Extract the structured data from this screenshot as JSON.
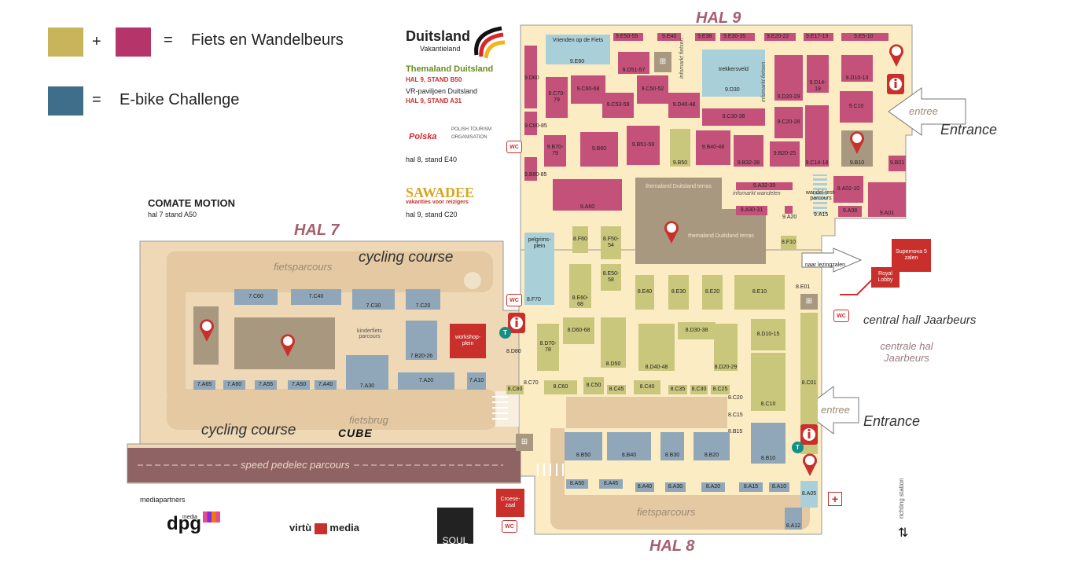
{
  "legend": {
    "fiets_label": "Fiets en Wandelbeurs",
    "ebike_label": "E-bike Challenge",
    "plus": "+",
    "equals": "=",
    "colors": {
      "gold": "#c8b45a",
      "magenta": "#b5356a",
      "steel": "#3f6e8a"
    }
  },
  "halls": {
    "hal9": "HAL 9",
    "hal7": "HAL 7",
    "hal8": "HAL 8"
  },
  "sponsors": {
    "duitsland_title": "Duitsland",
    "duitsland_sub": "Vakantieland",
    "themaland": "Themaland Duitsland",
    "themaland_stand": "HAL 9, STAND B50",
    "vr_paviljoen": "VR-paviljoen Duitsland",
    "vr_stand": "HAL 9, STAND A31",
    "polska_text": "POLISH TOURISM ORGANISATION",
    "polska_logo": "Polska",
    "polska_stand": "hal 8, stand E40",
    "sawadee": "SAWADEE",
    "sawadee_sub": "vakanties voor reizigers",
    "sawadee_stand": "hal 9, stand C20",
    "comate": "COMATE MOTION",
    "comate_stand": "hal 7 stand A50",
    "mediapartners": "mediapartners",
    "dpg": "dpg",
    "dpg_media": "media",
    "virtu": "virtù",
    "virtu_media": "media",
    "soul": "SOUL",
    "cube": "CUBE"
  },
  "labels": {
    "entree_top": "entree",
    "entrance_top": "Entrance",
    "entree_bottom": "entree",
    "entrance_bottom": "Entrance",
    "central_hall": "central hall Jaarbeurs",
    "centrale_hal": "centrale hal Jaarbeurs",
    "naar_lezingzalen": "naar lezingzalen",
    "supernova": "Supernova 5 zalen",
    "royal_lobby": "Royal Lobby",
    "richting_station": "richting station",
    "fietsparcours_top": "fietsparcours",
    "cycling_course_top": "cycling course",
    "cycling_course_bottom": "cycling course",
    "fietsbrug": "fietsbrug",
    "speed_pedelec": "speed pedelec parcours",
    "fietsparcours_bottom": "fietsparcours",
    "kinderfiets": "kinderfiets parcours",
    "workshopplein": "workshop-plein",
    "pelgrimsplein": "pelgrims-plein",
    "themaland_terras1": "themaland Duitsland terras",
    "themaland_terras2": "themaland Duitsland terras",
    "trekkersveld": "trekkersveld",
    "vrienden": "Vrienden op de Fiets",
    "infomarkt_fietsen": "infomarkt fietsen",
    "infomarkt_wandelen": "infomarkt wandelen",
    "infomarkt_fietsen2": "infomarkt fietsen",
    "wandeltest": "wandel-test-parcours",
    "croesezaal": "Croese-zaal",
    "wc": "WC",
    "t": "T"
  },
  "booths": {
    "h9": [
      "9.E50-55",
      "9.E40",
      "9.E38",
      "9.E30-35",
      "9.E20-22",
      "9.E17-19",
      "9.E5-10",
      "9.E60",
      "9.D60",
      "9.D51-57",
      "9.D30",
      "9.D10-13",
      "9.D14-19",
      "9.D20-29",
      "9.C60-68",
      "9.C50-52",
      "9.C70-79",
      "9.C53-59",
      "9.D40-48",
      "9.C30-38",
      "9.C20-28",
      "9.C10",
      "9.C80-85",
      "9.B51-59",
      "9.B40-48",
      "9.B70-79",
      "9.B60",
      "9.B50",
      "9.B32-38",
      "9.B20-25",
      "9.C14-18",
      "9.B10",
      "9.B01",
      "9.B80-85",
      "9.A32-39",
      "9.A02-10",
      "9.A60",
      "9.A30-31",
      "9.A20",
      "9.A15",
      "9.A08",
      "9.A01"
    ],
    "h8": [
      "8.F60",
      "8.F50-54",
      "8.F10",
      "8.E50-58",
      "8.E01",
      "8.F70",
      "8.E60-68",
      "8.E40",
      "8.E30",
      "8.E20",
      "8.E10",
      "8.D60-68",
      "8.D30-38",
      "8.D10-15",
      "8.D70-78",
      "8.D50",
      "8.D40-48",
      "8.D20-29",
      "8.D80",
      "8.C70",
      "8.C80",
      "8.C60",
      "8.C50",
      "8.C45",
      "8.C40",
      "8.C35",
      "8.C30",
      "8.C25",
      "8.C20",
      "8.C01",
      "8.C15",
      "8.C10",
      "8.B15",
      "8.B50",
      "8.B40",
      "8.B30",
      "8.B20",
      "8.B10",
      "8.A50",
      "8.A45",
      "8.A40",
      "8.A30",
      "8.A20",
      "8.A15",
      "8.A10",
      "8.A05",
      "8.A12"
    ],
    "h7": [
      "7.C60",
      "7.C40",
      "7.C30",
      "7.C20",
      "7.B20-26",
      "7.A65",
      "7.A60",
      "7.A55",
      "7.A50",
      "7.A40",
      "7.A30",
      "7.A20",
      "7.A10"
    ]
  }
}
